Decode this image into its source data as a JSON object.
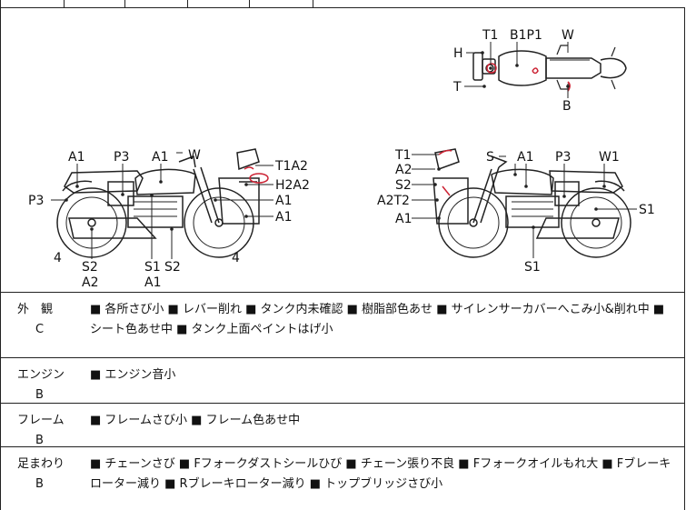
{
  "diagram": {
    "top_view": {
      "labels": [
        "T1",
        "B1P1",
        "W",
        "H",
        "T",
        "B"
      ]
    },
    "left_side": {
      "labels": [
        "A1",
        "P3",
        "A1",
        "W",
        "T1A2",
        "H2A2",
        "A1",
        "A1",
        "P3",
        "4",
        "S2",
        "A2",
        "S1",
        "S2",
        "A1",
        "4"
      ]
    },
    "right_side": {
      "labels": [
        "T1",
        "A2",
        "S2",
        "A2T2",
        "A1",
        "S",
        "A1",
        "P3",
        "W1",
        "S1",
        "S1"
      ]
    }
  },
  "inspection": [
    {
      "category": "外　観",
      "grade": "C",
      "notes": "■ 各所さび小 ■ レバー削れ ■ タンク内未確認 ■ 樹脂部色あせ ■ サイレンサーカバーへこみ小&削れ中 ■ シート色あせ中 ■ タンク上面ペイントはげ小"
    },
    {
      "category": "エンジン",
      "grade": "B",
      "notes": "■ エンジン音小"
    },
    {
      "category": "フレーム",
      "grade": "B",
      "notes": "■ フレームさび小 ■ フレーム色あせ中"
    },
    {
      "category": "足まわり",
      "grade": "B",
      "notes": "■ チェーンさび ■ Fフォークダストシールひび ■ チェーン張り不良 ■ Fフォークオイルもれ大 ■ Fブレーキローター減り ■ Rブレーキローター減り ■ トップブリッジさび小"
    }
  ]
}
